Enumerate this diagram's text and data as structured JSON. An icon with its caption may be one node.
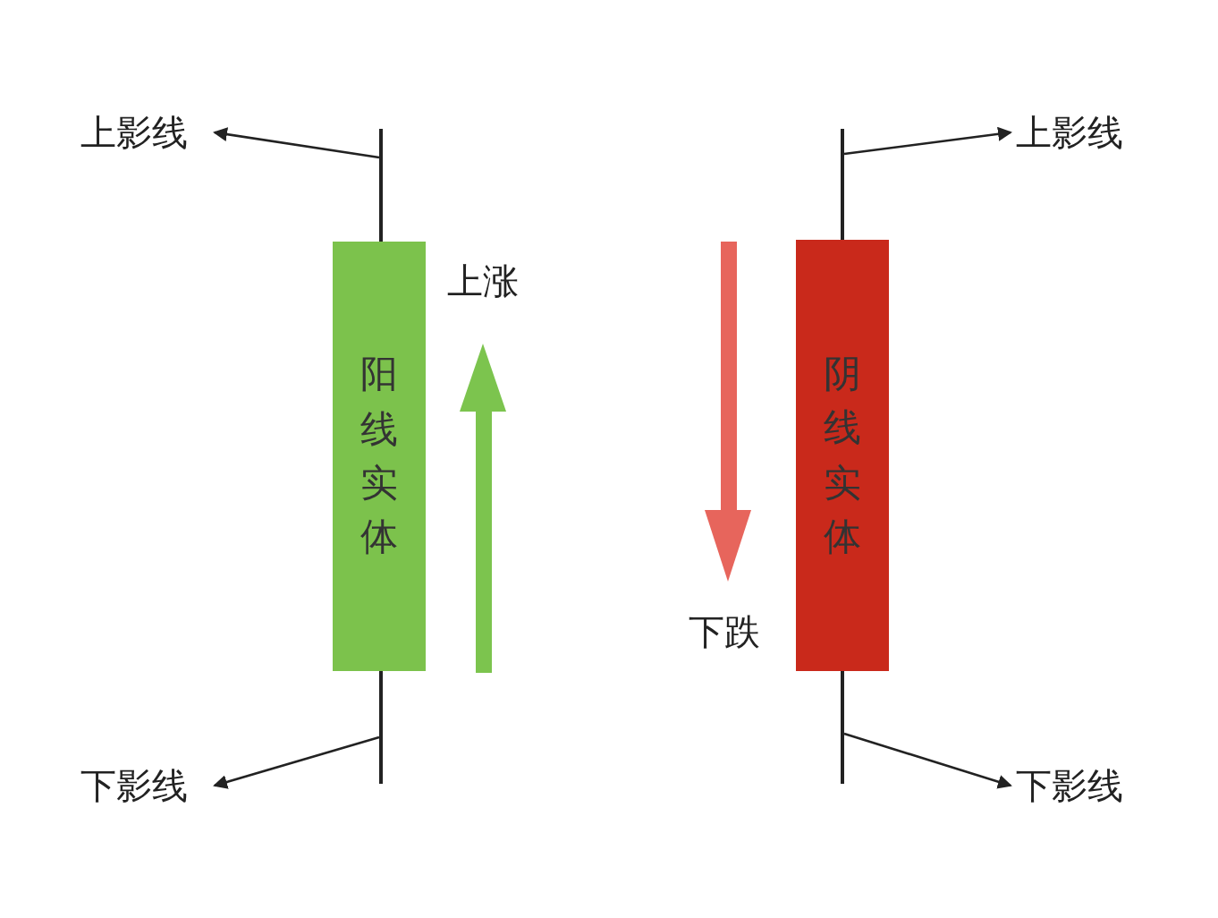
{
  "diagram": {
    "nodes": [
      {
        "text": [
          "上影线"
        ]
      },
      {
        "text": [],
        "shape": "bar"
      },
      {
        "text": [
          "阳线实体"
        ]
      },
      {
        "text": [],
        "shape": "bar"
      },
      {
        "text": [
          "下影线"
        ]
      },
      {
        "text": [
          "上涨"
        ]
      },
      {
        "text": [
          "上影线"
        ]
      },
      {
        "text": [],
        "shape": "bar"
      },
      {
        "text": [
          "阴线实体"
        ]
      },
      {
        "text": [],
        "shape": "bar"
      },
      {
        "text": [
          "下影线"
        ]
      },
      {
        "text": [
          "下跌"
        ]
      }
    ],
    "edges": [
      {
        "from": 1,
        "to": 0,
        "arrow": "to"
      },
      {
        "from": 3,
        "to": 4,
        "arrow": "to"
      },
      {
        "from": 7,
        "to": 6,
        "arrow": "to"
      },
      {
        "from": 9,
        "to": 10,
        "arrow": "to"
      }
    ]
  }
}
